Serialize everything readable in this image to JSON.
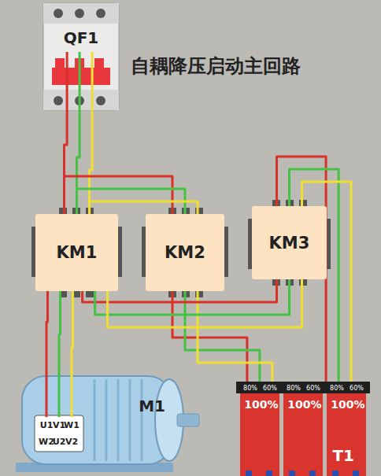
{
  "diagram": {
    "title": "自耦降压启动主回路",
    "nodes": [
      {
        "text": [
          "QF1"
        ]
      },
      {
        "text": [
          "KM1"
        ]
      },
      {
        "text": [
          "KM2"
        ]
      },
      {
        "text": [
          "KM3"
        ]
      },
      {
        "text": [
          "M1"
        ]
      },
      {
        "text": [
          "T1"
        ]
      },
      {
        "text": [
          "100%"
        ],
        "in": 5
      },
      {
        "text": [
          "100%"
        ],
        "in": 5
      },
      {
        "text": [
          "100%"
        ],
        "in": 5
      }
    ],
    "edges": [
      {
        "from": 0,
        "to": 1,
        "arrow": "none"
      },
      {
        "from": 1,
        "to": 2,
        "arrow": "none"
      },
      {
        "from": 1,
        "to": 4,
        "arrow": "none"
      },
      {
        "from": 2,
        "to": 5,
        "arrow": "none"
      },
      {
        "from": 3,
        "to": 5,
        "arrow": "none"
      },
      {
        "from": 1,
        "to": 3,
        "arrow": "none"
      }
    ],
    "labels": [
      "U1",
      "V1",
      "W1",
      "W2",
      "U2",
      "V2",
      "80%",
      "60%",
      "80%",
      "60%",
      "80%",
      "60%"
    ]
  }
}
